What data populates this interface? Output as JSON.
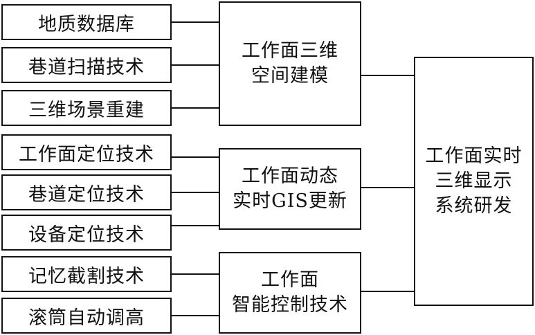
{
  "groups": [
    {
      "inputs": [
        "地质数据库",
        "巷道扫描技术",
        "三维场景重建"
      ],
      "module_lines": [
        "工作面三维",
        "空间建模"
      ]
    },
    {
      "inputs": [
        "工作面定位技术",
        "巷道定位技术",
        "设备定位技术"
      ],
      "module_lines": [
        "工作面动态",
        "实时GIS更新"
      ]
    },
    {
      "inputs": [
        "记忆截割技术",
        "滚筒自动调高"
      ],
      "module_lines": [
        "工作面",
        "智能控制技术"
      ]
    }
  ],
  "system_lines": [
    "工作面实时",
    "三维显示",
    "系统研发"
  ]
}
